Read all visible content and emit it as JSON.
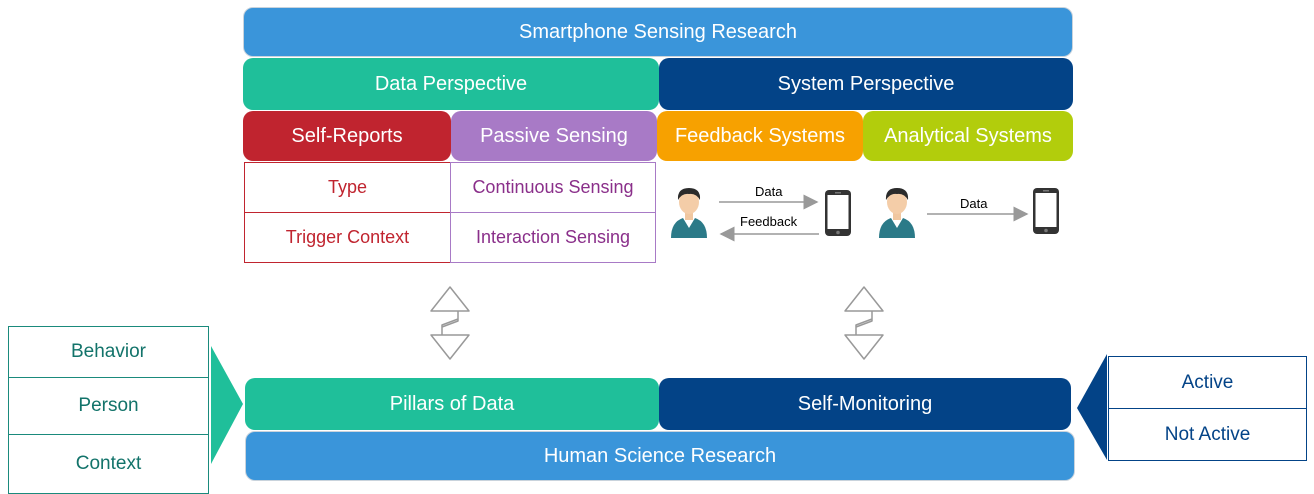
{
  "top": {
    "title": "Smartphone Sensing Research",
    "data_perspective": "Data Perspective",
    "system_perspective": "System Perspective",
    "categories": {
      "self_reports": "Self-Reports",
      "passive_sensing": "Passive Sensing",
      "feedback_systems": "Feedback Systems",
      "analytical_systems": "Analytical Systems"
    },
    "self_reports_items": [
      "Type",
      "Trigger Context"
    ],
    "passive_items": [
      "Continuous Sensing",
      "Interaction Sensing"
    ],
    "feedback_diagram": {
      "forward_label": "Data",
      "back_label": "Feedback"
    },
    "analytical_diagram": {
      "forward_label": "Data"
    }
  },
  "bottom": {
    "pillars": "Pillars of Data",
    "self_monitoring": "Self-Monitoring",
    "human_science": "Human Science Research",
    "pillars_items": [
      "Behavior",
      "Person",
      "Context"
    ],
    "monitoring_items": [
      "Active",
      "Not Active"
    ]
  },
  "colors": {
    "blue": "#3a95da",
    "teal": "#1fbf9a",
    "navy": "#034387",
    "red": "#c0242f",
    "purple": "#a87ac6",
    "orange": "#f7a100",
    "lime": "#b2cd0c"
  },
  "icons": [
    "person-icon",
    "smartphone-icon",
    "double-arrow-icon",
    "triangle-pointer-icon"
  ]
}
